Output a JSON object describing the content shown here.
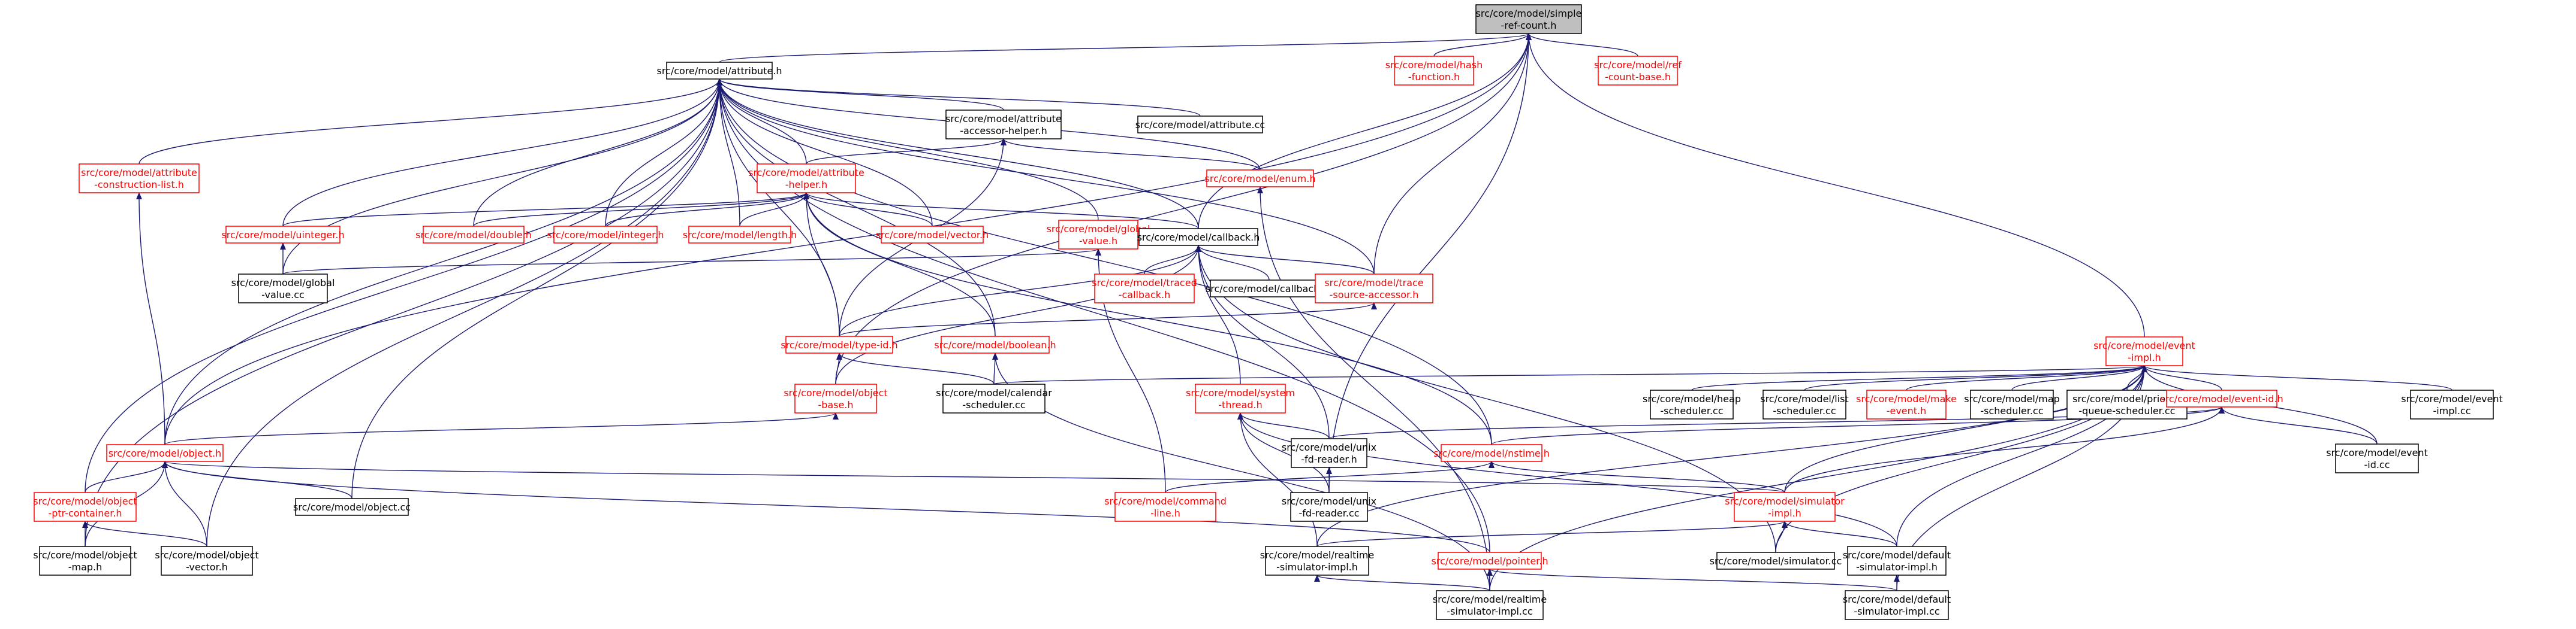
{
  "graph": {
    "colors": {
      "edge": "#191970",
      "text_default": "#000000",
      "text_red": "#ff0000",
      "border_default": "#000000",
      "border_red": "#ff0000",
      "root_fill": "#bfbfbf"
    },
    "nodes": [
      {
        "id": "simple_ref_count",
        "lines": [
          "src/core/model/simple",
          "-ref-count.h"
        ],
        "style": "root"
      },
      {
        "id": "attribute_h",
        "lines": [
          "src/core/model/attribute.h"
        ],
        "style": "black"
      },
      {
        "id": "hash_function",
        "lines": [
          "src/core/model/hash",
          "-function.h"
        ],
        "style": "red"
      },
      {
        "id": "ref_count_base",
        "lines": [
          "src/core/model/ref",
          "-count-base.h"
        ],
        "style": "red"
      },
      {
        "id": "attribute_accessor_helper",
        "lines": [
          "src/core/model/attribute",
          "-accessor-helper.h"
        ],
        "style": "black"
      },
      {
        "id": "attribute_cc",
        "lines": [
          "src/core/model/attribute.cc"
        ],
        "style": "black"
      },
      {
        "id": "attribute_construction_list",
        "lines": [
          "src/core/model/attribute",
          "-construction-list.h"
        ],
        "style": "red"
      },
      {
        "id": "attribute_helper",
        "lines": [
          "src/core/model/attribute",
          "-helper.h"
        ],
        "style": "red"
      },
      {
        "id": "enum_h",
        "lines": [
          "src/core/model/enum.h"
        ],
        "style": "red"
      },
      {
        "id": "uinteger_h",
        "lines": [
          "src/core/model/uinteger.h"
        ],
        "style": "red"
      },
      {
        "id": "double_h",
        "lines": [
          "src/core/model/double.h"
        ],
        "style": "red"
      },
      {
        "id": "integer_h",
        "lines": [
          "src/core/model/integer.h"
        ],
        "style": "red"
      },
      {
        "id": "length_h",
        "lines": [
          "src/core/model/length.h"
        ],
        "style": "red"
      },
      {
        "id": "vector_h",
        "lines": [
          "src/core/model/vector.h"
        ],
        "style": "red"
      },
      {
        "id": "global_value_h",
        "lines": [
          "src/core/model/global",
          "-value.h"
        ],
        "style": "red"
      },
      {
        "id": "callback_h",
        "lines": [
          "src/core/model/callback.h"
        ],
        "style": "black"
      },
      {
        "id": "global_value_cc",
        "lines": [
          "src/core/model/global",
          "-value.cc"
        ],
        "style": "black"
      },
      {
        "id": "traced_callback",
        "lines": [
          "src/core/model/traced",
          "-callback.h"
        ],
        "style": "red"
      },
      {
        "id": "callback_cc",
        "lines": [
          "src/core/model/callback.cc"
        ],
        "style": "black"
      },
      {
        "id": "trace_source_accessor",
        "lines": [
          "src/core/model/trace",
          "-source-accessor.h"
        ],
        "style": "red"
      },
      {
        "id": "type_id_h",
        "lines": [
          "src/core/model/type-id.h"
        ],
        "style": "red"
      },
      {
        "id": "boolean_h",
        "lines": [
          "src/core/model/boolean.h"
        ],
        "style": "red"
      },
      {
        "id": "object_base",
        "lines": [
          "src/core/model/object",
          "-base.h"
        ],
        "style": "red"
      },
      {
        "id": "calendar_scheduler",
        "lines": [
          "src/core/model/calendar",
          "-scheduler.cc"
        ],
        "style": "black"
      },
      {
        "id": "system_thread",
        "lines": [
          "src/core/model/system",
          "-thread.h"
        ],
        "style": "red"
      },
      {
        "id": "event_impl",
        "lines": [
          "src/core/model/event",
          "-impl.h"
        ],
        "style": "red"
      },
      {
        "id": "heap_scheduler",
        "lines": [
          "src/core/model/heap",
          "-scheduler.cc"
        ],
        "style": "black"
      },
      {
        "id": "list_scheduler",
        "lines": [
          "src/core/model/list",
          "-scheduler.cc"
        ],
        "style": "black"
      },
      {
        "id": "make_event",
        "lines": [
          "src/core/model/make",
          "-event.h"
        ],
        "style": "red"
      },
      {
        "id": "map_scheduler",
        "lines": [
          "src/core/model/map",
          "-scheduler.cc"
        ],
        "style": "black"
      },
      {
        "id": "priority_queue_scheduler",
        "lines": [
          "src/core/model/priority",
          "-queue-scheduler.cc"
        ],
        "style": "black"
      },
      {
        "id": "event_id_h",
        "lines": [
          "src/core/model/event-id.h"
        ],
        "style": "red"
      },
      {
        "id": "event_impl_cc",
        "lines": [
          "src/core/model/event",
          "-impl.cc"
        ],
        "style": "black"
      },
      {
        "id": "event_id_cc",
        "lines": [
          "src/core/model/event",
          "-id.cc"
        ],
        "style": "black"
      },
      {
        "id": "object_h",
        "lines": [
          "src/core/model/object.h"
        ],
        "style": "red"
      },
      {
        "id": "unix_fd_reader_h",
        "lines": [
          "src/core/model/unix",
          "-fd-reader.h"
        ],
        "style": "black"
      },
      {
        "id": "nstime_h",
        "lines": [
          "src/core/model/nstime.h"
        ],
        "style": "red"
      },
      {
        "id": "object_ptr_container",
        "lines": [
          "src/core/model/object",
          "-ptr-container.h"
        ],
        "style": "red"
      },
      {
        "id": "object_cc",
        "lines": [
          "src/core/model/object.cc"
        ],
        "style": "black"
      },
      {
        "id": "command_line",
        "lines": [
          "src/core/model/command",
          "-line.h"
        ],
        "style": "red"
      },
      {
        "id": "unix_fd_reader_cc",
        "lines": [
          "src/core/model/unix",
          "-fd-reader.cc"
        ],
        "style": "black"
      },
      {
        "id": "simulator_impl",
        "lines": [
          "src/core/model/simulator",
          "-impl.h"
        ],
        "style": "red"
      },
      {
        "id": "object_map",
        "lines": [
          "src/core/model/object",
          "-map.h"
        ],
        "style": "black"
      },
      {
        "id": "object_vector",
        "lines": [
          "src/core/model/object",
          "-vector.h"
        ],
        "style": "black"
      },
      {
        "id": "pointer_h",
        "lines": [
          "src/core/model/pointer.h"
        ],
        "style": "red"
      },
      {
        "id": "realtime_simulator_impl_h",
        "lines": [
          "src/core/model/realtime",
          "-simulator-impl.h"
        ],
        "style": "black"
      },
      {
        "id": "simulator_cc",
        "lines": [
          "src/core/model/simulator.cc"
        ],
        "style": "black"
      },
      {
        "id": "default_simulator_impl_h",
        "lines": [
          "src/core/model/default",
          "-simulator-impl.h"
        ],
        "style": "black"
      },
      {
        "id": "realtime_simulator_impl_cc",
        "lines": [
          "src/core/model/realtime",
          "-simulator-impl.cc"
        ],
        "style": "black"
      },
      {
        "id": "default_simulator_impl_cc",
        "lines": [
          "src/core/model/default",
          "-simulator-impl.cc"
        ],
        "style": "black"
      }
    ],
    "edges": [
      [
        "attribute_h",
        "simple_ref_count"
      ],
      [
        "hash_function",
        "simple_ref_count"
      ],
      [
        "ref_count_base",
        "simple_ref_count"
      ],
      [
        "callback_h",
        "simple_ref_count"
      ],
      [
        "trace_source_accessor",
        "simple_ref_count"
      ],
      [
        "event_impl",
        "simple_ref_count"
      ],
      [
        "object_base",
        "simple_ref_count"
      ],
      [
        "object_h",
        "simple_ref_count"
      ],
      [
        "unix_fd_reader_cc",
        "simple_ref_count"
      ],
      [
        "attribute_accessor_helper",
        "attribute_h"
      ],
      [
        "attribute_cc",
        "attribute_h"
      ],
      [
        "attribute_construction_list",
        "attribute_h"
      ],
      [
        "attribute_helper",
        "attribute_h"
      ],
      [
        "enum_h",
        "attribute_h"
      ],
      [
        "uinteger_h",
        "attribute_h"
      ],
      [
        "double_h",
        "attribute_h"
      ],
      [
        "integer_h",
        "attribute_h"
      ],
      [
        "length_h",
        "attribute_h"
      ],
      [
        "vector_h",
        "attribute_h"
      ],
      [
        "global_value_h",
        "attribute_h"
      ],
      [
        "callback_h",
        "attribute_h"
      ],
      [
        "global_value_cc",
        "attribute_h"
      ],
      [
        "type_id_h",
        "attribute_h"
      ],
      [
        "boolean_h",
        "attribute_h"
      ],
      [
        "object_h",
        "attribute_h"
      ],
      [
        "object_ptr_container",
        "attribute_h"
      ],
      [
        "object_cc",
        "attribute_h"
      ],
      [
        "object_map",
        "attribute_h"
      ],
      [
        "object_vector",
        "attribute_h"
      ],
      [
        "pointer_h",
        "attribute_h"
      ],
      [
        "nstime_h",
        "attribute_h"
      ],
      [
        "trace_source_accessor",
        "attribute_h"
      ],
      [
        "attribute_helper",
        "attribute_accessor_helper"
      ],
      [
        "enum_h",
        "attribute_accessor_helper"
      ],
      [
        "type_id_h",
        "attribute_accessor_helper"
      ],
      [
        "object_h",
        "attribute_construction_list"
      ],
      [
        "uinteger_h",
        "attribute_helper"
      ],
      [
        "double_h",
        "attribute_helper"
      ],
      [
        "integer_h",
        "attribute_helper"
      ],
      [
        "length_h",
        "attribute_helper"
      ],
      [
        "vector_h",
        "attribute_helper"
      ],
      [
        "callback_h",
        "attribute_helper"
      ],
      [
        "type_id_h",
        "attribute_helper"
      ],
      [
        "boolean_h",
        "attribute_helper"
      ],
      [
        "nstime_h",
        "attribute_helper"
      ],
      [
        "realtime_simulator_impl_cc",
        "enum_h"
      ],
      [
        "global_value_cc",
        "uinteger_h"
      ],
      [
        "global_value_cc",
        "global_value_h"
      ],
      [
        "command_line",
        "global_value_h"
      ],
      [
        "traced_callback",
        "callback_h"
      ],
      [
        "callback_cc",
        "callback_h"
      ],
      [
        "trace_source_accessor",
        "callback_h"
      ],
      [
        "type_id_h",
        "callback_h"
      ],
      [
        "object_base",
        "callback_h"
      ],
      [
        "system_thread",
        "callback_h"
      ],
      [
        "unix_fd_reader_h",
        "callback_h"
      ],
      [
        "simulator_cc",
        "callback_h"
      ],
      [
        "type_id_h",
        "trace_source_accessor"
      ],
      [
        "object_base",
        "type_id_h"
      ],
      [
        "calendar_scheduler",
        "type_id_h"
      ],
      [
        "calendar_scheduler",
        "boolean_h"
      ],
      [
        "realtime_simulator_impl_cc",
        "boolean_h"
      ],
      [
        "object_h",
        "object_base"
      ],
      [
        "unix_fd_reader_h",
        "system_thread"
      ],
      [
        "unix_fd_reader_cc",
        "system_thread"
      ],
      [
        "realtime_simulator_impl_h",
        "system_thread"
      ],
      [
        "default_simulator_impl_h",
        "system_thread"
      ],
      [
        "calendar_scheduler",
        "event_impl"
      ],
      [
        "heap_scheduler",
        "event_impl"
      ],
      [
        "list_scheduler",
        "event_impl"
      ],
      [
        "make_event",
        "event_impl"
      ],
      [
        "map_scheduler",
        "event_impl"
      ],
      [
        "priority_queue_scheduler",
        "event_impl"
      ],
      [
        "event_id_h",
        "event_impl"
      ],
      [
        "event_impl_cc",
        "event_impl"
      ],
      [
        "event_id_cc",
        "event_impl"
      ],
      [
        "simulator_impl",
        "event_impl"
      ],
      [
        "realtime_simulator_impl_h",
        "event_impl"
      ],
      [
        "simulator_cc",
        "event_impl"
      ],
      [
        "default_simulator_impl_h",
        "event_impl"
      ],
      [
        "realtime_simulator_impl_cc",
        "event_impl"
      ],
      [
        "default_simulator_impl_cc",
        "event_impl"
      ],
      [
        "nstime_h",
        "event_id_h"
      ],
      [
        "simulator_impl",
        "event_id_h"
      ],
      [
        "event_id_cc",
        "event_id_h"
      ],
      [
        "unix_fd_reader_h",
        "event_id_h"
      ],
      [
        "object_ptr_container",
        "object_h"
      ],
      [
        "object_cc",
        "object_h"
      ],
      [
        "object_map",
        "object_h"
      ],
      [
        "object_vector",
        "object_h"
      ],
      [
        "pointer_h",
        "object_h"
      ],
      [
        "simulator_impl",
        "object_h"
      ],
      [
        "unix_fd_reader_cc",
        "unix_fd_reader_h"
      ],
      [
        "command_line",
        "nstime_h"
      ],
      [
        "simulator_impl",
        "nstime_h"
      ],
      [
        "object_map",
        "object_ptr_container"
      ],
      [
        "object_vector",
        "object_ptr_container"
      ],
      [
        "realtime_simulator_impl_h",
        "simulator_impl"
      ],
      [
        "simulator_cc",
        "simulator_impl"
      ],
      [
        "default_simulator_impl_h",
        "simulator_impl"
      ],
      [
        "realtime_simulator_impl_cc",
        "pointer_h"
      ],
      [
        "default_simulator_impl_cc",
        "pointer_h"
      ],
      [
        "realtime_simulator_impl_cc",
        "realtime_simulator_impl_h"
      ],
      [
        "default_simulator_impl_cc",
        "default_simulator_impl_h"
      ]
    ]
  }
}
